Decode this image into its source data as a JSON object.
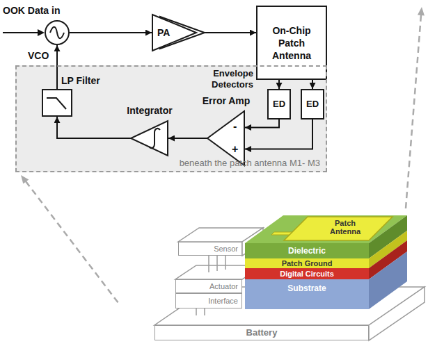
{
  "diagram": {
    "nodes": [
      {
        "text": [
          "VCO"
        ]
      },
      {
        "text": [
          "PA"
        ]
      },
      {
        "text": [
          "On-Chip Patch Antenna"
        ]
      },
      {
        "text": [
          "beneath the patch antenna M1- M3"
        ]
      },
      {
        "text": [
          "LP Filter"
        ],
        "in": 3
      },
      {
        "text": [
          "Integrator"
        ],
        "in": 3
      },
      {
        "text": [
          "Error Amp",
          "-",
          "+"
        ],
        "in": 3
      },
      {
        "text": [
          "ED"
        ],
        "in": 3
      },
      {
        "text": [
          "ED"
        ],
        "in": 3
      },
      {
        "text": [
          "Patch Antenna"
        ]
      },
      {
        "text": [
          "Sensor"
        ]
      },
      {
        "text": [
          "Actuator"
        ]
      },
      {
        "text": [
          "Interface"
        ]
      },
      {
        "text": [
          "Dielectric"
        ]
      },
      {
        "text": [
          "Patch Ground"
        ]
      },
      {
        "text": [
          "Digital Circuits"
        ]
      },
      {
        "text": [
          "Substrate"
        ]
      },
      {
        "text": [
          "Battery"
        ]
      }
    ],
    "edges": [
      {
        "from": 0,
        "to": 1,
        "arrow": "to"
      },
      {
        "from": 1,
        "to": 2,
        "arrow": "to"
      },
      {
        "from": 2,
        "to": 7,
        "arrow": "to"
      },
      {
        "from": 2,
        "to": 8,
        "arrow": "to"
      },
      {
        "from": 7,
        "to": 6,
        "arrow": "to"
      },
      {
        "from": 8,
        "to": 6,
        "arrow": "to"
      },
      {
        "from": 6,
        "to": 5,
        "arrow": "to"
      },
      {
        "from": 5,
        "to": 4,
        "arrow": "to"
      },
      {
        "from": 4,
        "to": 0,
        "arrow": "to"
      }
    ],
    "labels": [
      "OOK Data in",
      "Envelope Detectors"
    ]
  }
}
